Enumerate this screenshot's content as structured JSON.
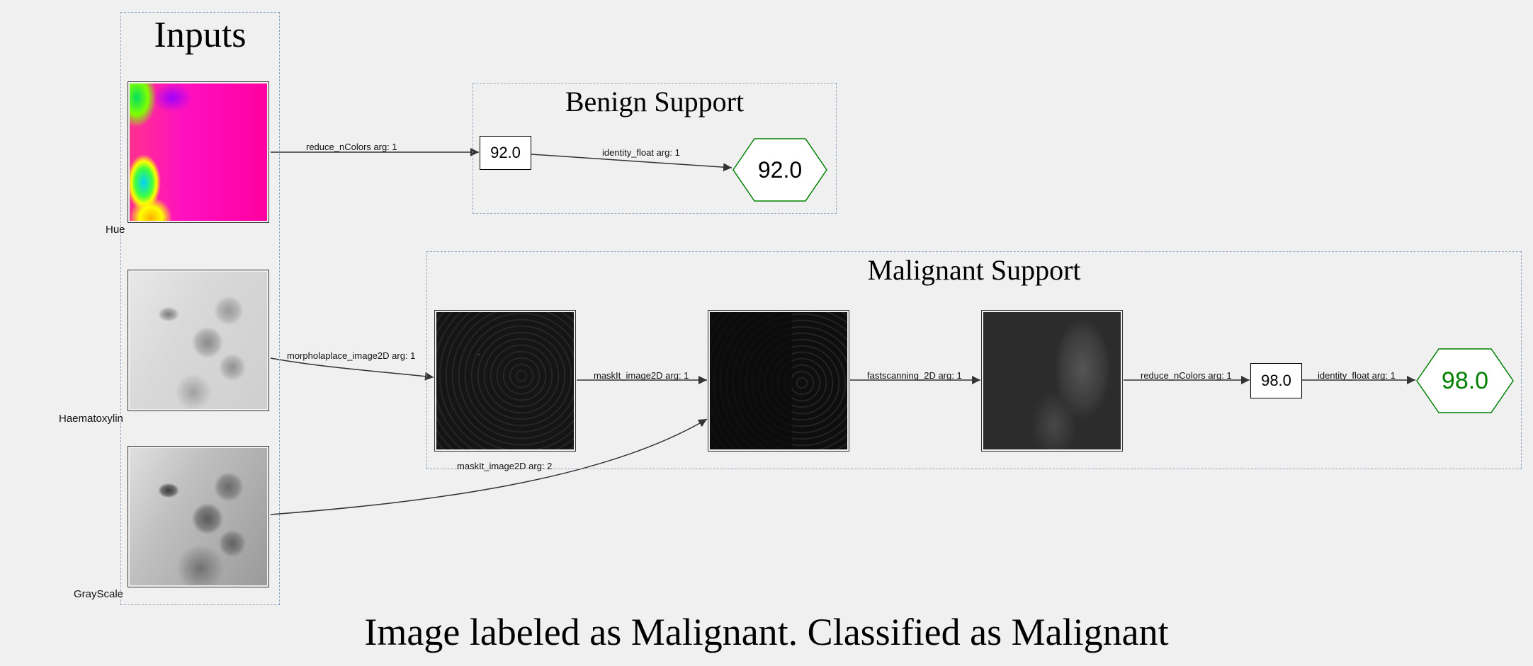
{
  "clusters": {
    "inputs": "Inputs",
    "benign": "Benign Support",
    "malignant": "Malignant Support"
  },
  "inputs": {
    "hue": "Hue",
    "haematoxylin": "Haematoxylin",
    "grayscale": "GrayScale"
  },
  "benign": {
    "value_box": "92.0",
    "output": "92.0",
    "edge_in": "reduce_nColors arg: 1",
    "edge_out": "identity_float arg: 1"
  },
  "malignant": {
    "edge_laplace": "morpholaplace_image2D arg: 1",
    "edge_mask1": "maskIt_image2D arg: 1",
    "edge_mask2": "maskIt_image2D arg: 2",
    "edge_fastscan": "fastscanning_2D arg: 1",
    "edge_reduce": "reduce_nColors arg: 1",
    "edge_identity": "identity_float arg: 1",
    "value_box": "98.0",
    "output": "98.0"
  },
  "colors": {
    "cluster_border": "#8fa5bd",
    "output_hex": "#008000",
    "background": "#f0f0f0"
  },
  "caption": "Image labeled as Malignant. Classified as Malignant"
}
